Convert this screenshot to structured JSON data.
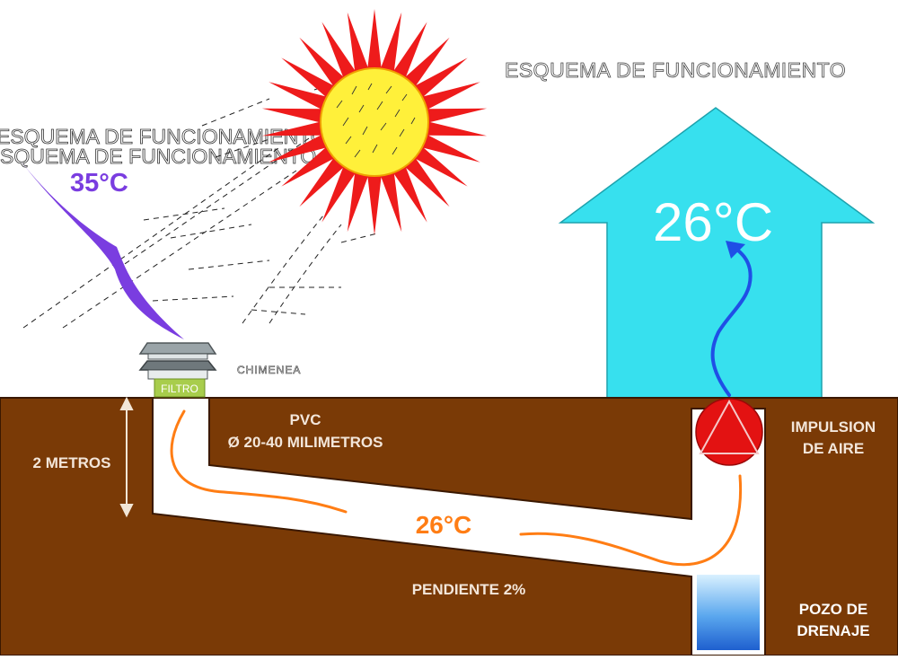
{
  "heading_echo_top": "ESQUEMA DE FUNCIONAMIENTO",
  "heading_echo_left_1": "ESQUEMA DE FUNCIONAMIENTO",
  "heading_echo_left_2": "SQUEMA DE FUNCIONAMIENTO",
  "outside_temp": "35°C",
  "inside_temp": "26°C",
  "tube_temp": "26°C",
  "filter_label": "FILTRO",
  "chimney_label": "CHIMENEA",
  "pipe_material": "PVC",
  "pipe_diameter": "Ø  20-40 MILIMETROS",
  "depth_label": "2 METROS",
  "slope_label": "PENDIENTE 2%",
  "blower_label_line1": "IMPULSION",
  "blower_label_line2": "DE AIRE",
  "drain_label_line1": "POZO DE",
  "drain_label_line2": "DRENAJE",
  "colors": {
    "soil": "#7a3a06",
    "house": "#37e0ee",
    "outside_air": "#7a3de0",
    "earth_air": "#ff7d14",
    "inside_air": "#1f4fe6",
    "sun_rays": "#ee1b1b",
    "sun_core": "#fff03a",
    "blower": "#e31212",
    "filter": "#a8cd4c"
  }
}
